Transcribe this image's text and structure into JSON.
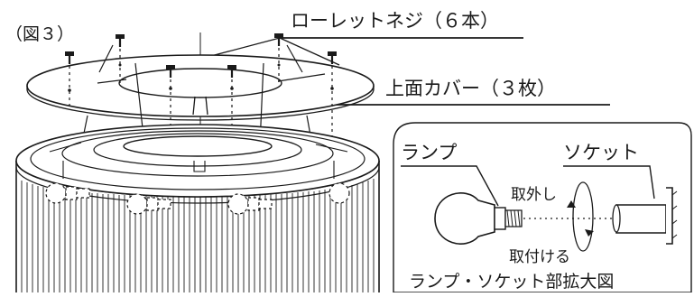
{
  "figure": {
    "number_label": "（図３）"
  },
  "callouts": {
    "screws": "ローレットネジ（６本）",
    "cover": "上面カバー（３枚）"
  },
  "detail": {
    "lamp_label": "ランプ",
    "socket_label": "ソケット",
    "remove_label": "取外し",
    "attach_label": "取付ける",
    "caption": "ランプ・ソケット部拡大図"
  }
}
